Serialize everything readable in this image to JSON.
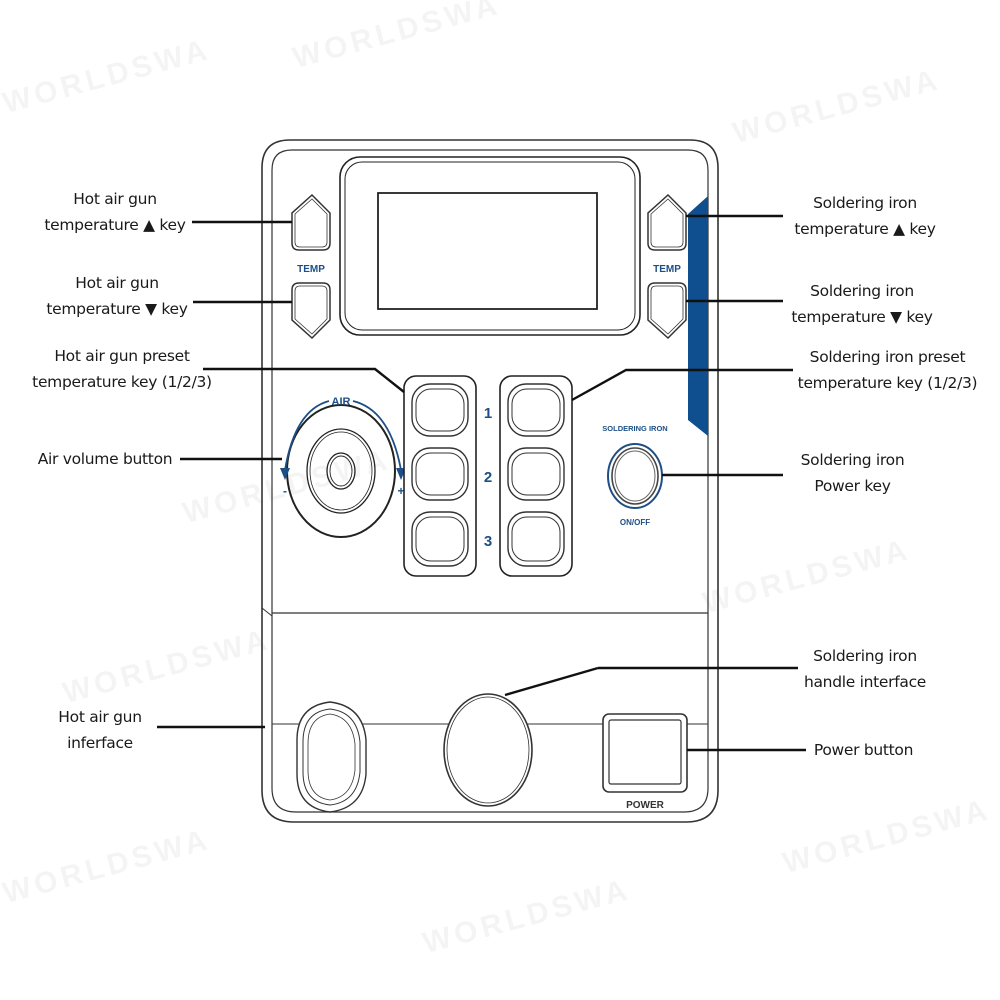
{
  "watermark": "WORLDSWA",
  "accent_color": "#0f4f8f",
  "panel_labels": {
    "temp_left": "TEMP",
    "temp_right": "TEMP",
    "air": "AIR",
    "air_minus": "-",
    "air_plus": "+",
    "preset_1": "1",
    "preset_2": "2",
    "preset_3": "3",
    "soldering_iron": "SOLDERING IRON",
    "on_off": "ON/OFF",
    "power": "POWER"
  },
  "callouts": {
    "hot_air_temp_up": [
      "Hot air gun",
      "temperature ▲ key"
    ],
    "hot_air_temp_down": [
      "Hot air gun",
      "temperature ▼ key"
    ],
    "hot_air_preset": [
      "Hot air gun preset",
      "temperature key (1/2/3)"
    ],
    "air_volume": [
      "Air volume button"
    ],
    "hot_air_interface": [
      "Hot air gun",
      "inferface"
    ],
    "iron_temp_up": [
      "Soldering iron",
      "temperature ▲ key"
    ],
    "iron_temp_down": [
      "Soldering iron",
      "temperature ▼ key"
    ],
    "iron_preset": [
      "Soldering iron preset",
      "temperature key (1/2/3)"
    ],
    "iron_power_key": [
      "Soldering iron",
      "Power key"
    ],
    "iron_handle_interface": [
      "Soldering iron",
      "handle interface"
    ],
    "power_button": [
      "Power button"
    ]
  }
}
